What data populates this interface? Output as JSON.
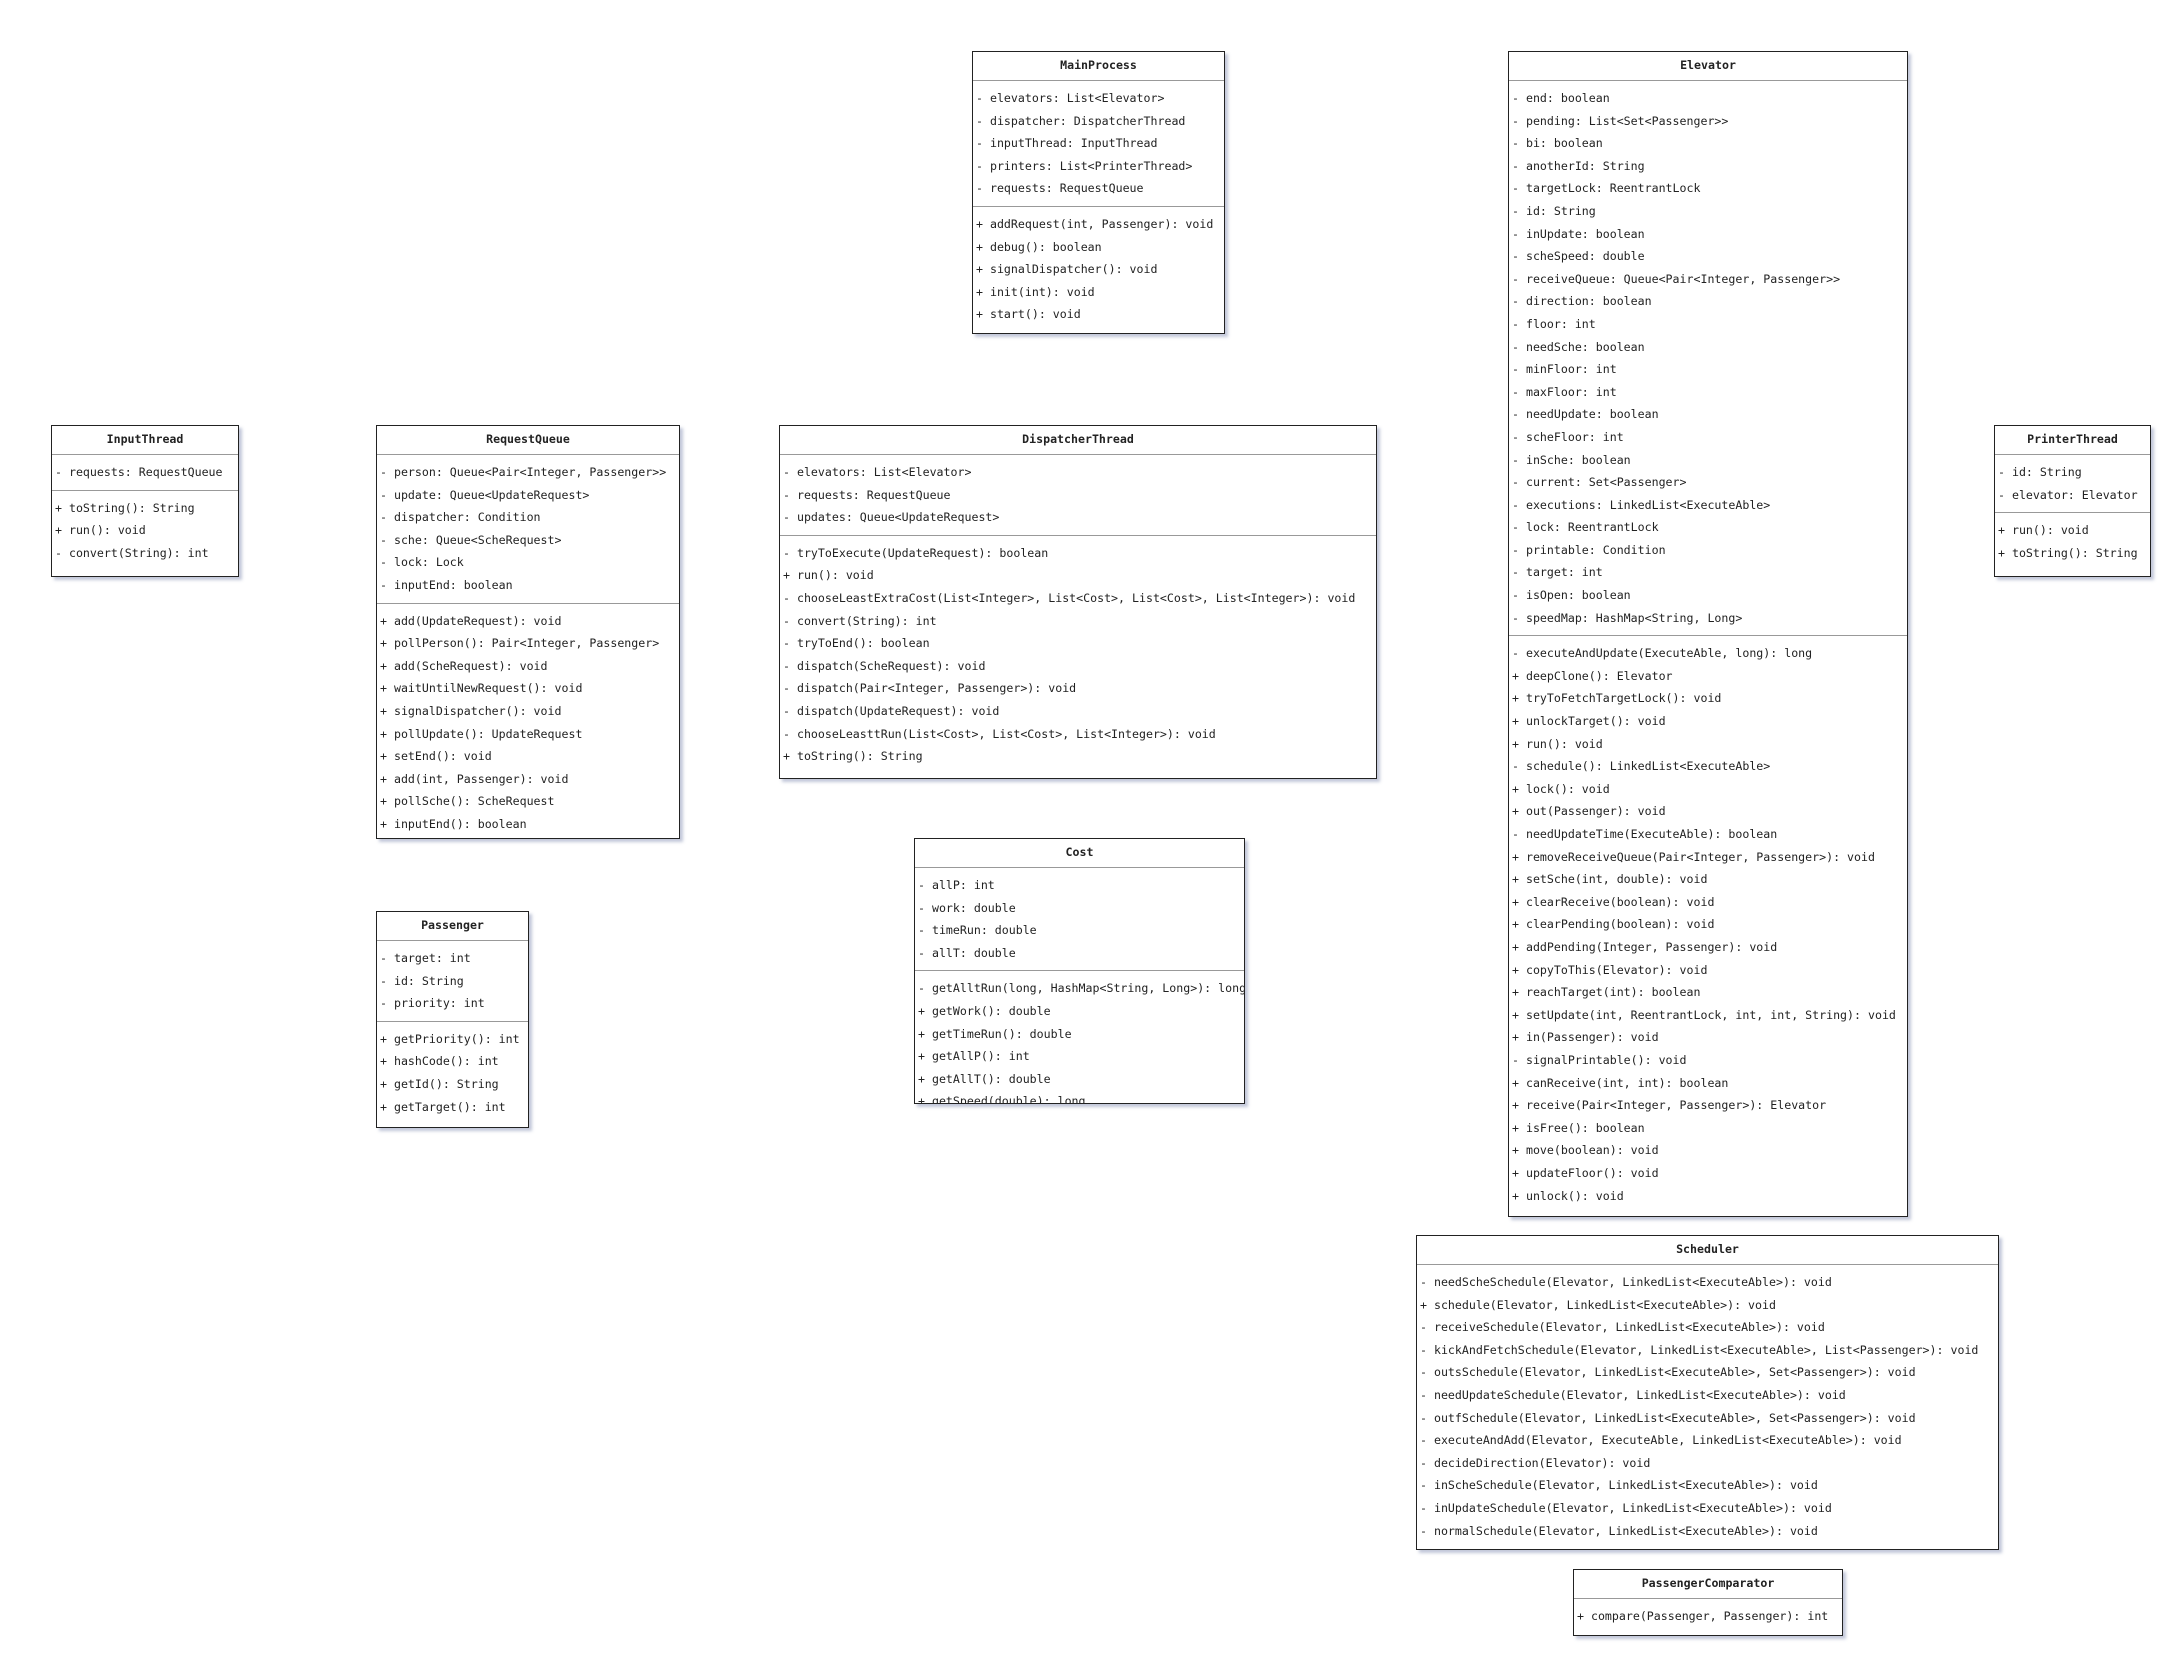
{
  "classes": [
    {
      "name": "MainProcess",
      "attributes": [
        "- elevators: List<Elevator>",
        "- dispatcher: DispatcherThread",
        "- inputThread: InputThread",
        "- printers: List<PrinterThread>",
        "- requests: RequestQueue"
      ],
      "methods": [
        "+ addRequest(int, Passenger): void",
        "+ debug(): boolean",
        "+ signalDispatcher(): void",
        "+ init(int): void",
        "+ start(): void"
      ]
    },
    {
      "name": "Elevator",
      "attributes": [
        "- end: boolean",
        "- pending: List<Set<Passenger>>",
        "- bi: boolean",
        "- anotherId: String",
        "- targetLock: ReentrantLock",
        "- id: String",
        "- inUpdate: boolean",
        "- scheSpeed: double",
        "- receiveQueue: Queue<Pair<Integer, Passenger>>",
        "- direction: boolean",
        "- floor: int",
        "- needSche: boolean",
        "- minFloor: int",
        "- maxFloor: int",
        "- needUpdate: boolean",
        "- scheFloor: int",
        "- inSche: boolean",
        "- current: Set<Passenger>",
        "- executions: LinkedList<ExecuteAble>",
        "- lock: ReentrantLock",
        "- printable: Condition",
        "- target: int",
        "- isOpen: boolean",
        "- speedMap: HashMap<String, Long>"
      ],
      "methods": [
        "- executeAndUpdate(ExecuteAble, long): long",
        "+ deepClone(): Elevator",
        "+ tryToFetchTargetLock(): void",
        "+ unlockTarget(): void",
        "+ run(): void",
        "- schedule(): LinkedList<ExecuteAble>",
        "+ lock(): void",
        "+ out(Passenger): void",
        "- needUpdateTime(ExecuteAble): boolean",
        "+ removeReceiveQueue(Pair<Integer, Passenger>): void",
        "+ setSche(int, double): void",
        "+ clearReceive(boolean): void",
        "+ clearPending(boolean): void",
        "+ addPending(Integer, Passenger): void",
        "+ copyToThis(Elevator): void",
        "+ reachTarget(int): boolean",
        "+ setUpdate(int, ReentrantLock, int, int, String): void",
        "+ in(Passenger): void",
        "- signalPrintable(): void",
        "+ canReceive(int, int): boolean",
        "+ receive(Pair<Integer, Passenger>): Elevator",
        "+ isFree(): boolean",
        "+ move(boolean): void",
        "+ updateFloor(): void",
        "+ unlock(): void"
      ]
    },
    {
      "name": "InputThread",
      "attributes": [
        "- requests: RequestQueue"
      ],
      "methods": [
        "+ toString(): String",
        "+ run(): void",
        "- convert(String): int"
      ]
    },
    {
      "name": "RequestQueue",
      "attributes": [
        "- person: Queue<Pair<Integer, Passenger>>",
        "- update: Queue<UpdateRequest>",
        "- dispatcher: Condition",
        "- sche: Queue<ScheRequest>",
        "- lock: Lock",
        "- inputEnd: boolean"
      ],
      "methods": [
        "+ add(UpdateRequest): void",
        "+ pollPerson(): Pair<Integer, Passenger>",
        "+ add(ScheRequest): void",
        "+ waitUntilNewRequest(): void",
        "+ signalDispatcher(): void",
        "+ pollUpdate(): UpdateRequest",
        "+ setEnd(): void",
        "+ add(int, Passenger): void",
        "+ pollSche(): ScheRequest",
        "+ inputEnd(): boolean"
      ]
    },
    {
      "name": "DispatcherThread",
      "attributes": [
        "- elevators: List<Elevator>",
        "- requests: RequestQueue",
        "- updates: Queue<UpdateRequest>"
      ],
      "methods": [
        "- tryToExecute(UpdateRequest): boolean",
        "+ run(): void",
        "- chooseLeastExtraCost(List<Integer>, List<Cost>, List<Cost>, List<Integer>): void",
        "- convert(String): int",
        "- tryToEnd(): boolean",
        "- dispatch(ScheRequest): void",
        "- dispatch(Pair<Integer, Passenger>): void",
        "- dispatch(UpdateRequest): void",
        "- chooseLeasttRun(List<Cost>, List<Cost>, List<Integer>): void",
        "+ toString(): String"
      ]
    },
    {
      "name": "PrinterThread",
      "attributes": [
        "- id: String",
        "- elevator: Elevator"
      ],
      "methods": [
        "+ run(): void",
        "+ toString(): String"
      ]
    },
    {
      "name": "Passenger",
      "attributes": [
        "- target: int",
        "- id: String",
        "- priority: int"
      ],
      "methods": [
        "+ getPriority(): int",
        "+ hashCode(): int",
        "+ getId(): String",
        "+ getTarget(): int"
      ]
    },
    {
      "name": "Cost",
      "attributes": [
        "- allP: int",
        "- work: double",
        "- timeRun: double",
        "- allT: double"
      ],
      "methods": [
        "- getAlltRun(long, HashMap<String, Long>): long",
        "+ getWork(): double",
        "+ getTimeRun(): double",
        "+ getAllP(): int",
        "+ getAllT(): double",
        "+ getSpeed(double): long"
      ]
    },
    {
      "name": "Scheduler",
      "attributes": [],
      "methods": [
        "- needScheSchedule(Elevator, LinkedList<ExecuteAble>): void",
        "+ schedule(Elevator, LinkedList<ExecuteAble>): void",
        "- receiveSchedule(Elevator, LinkedList<ExecuteAble>): void",
        "- kickAndFetchSchedule(Elevator, LinkedList<ExecuteAble>, List<Passenger>): void",
        "- outsSchedule(Elevator, LinkedList<ExecuteAble>, Set<Passenger>): void",
        "- needUpdateSchedule(Elevator, LinkedList<ExecuteAble>): void",
        "- outfSchedule(Elevator, LinkedList<ExecuteAble>, Set<Passenger>): void",
        "- executeAndAdd(Elevator, ExecuteAble, LinkedList<ExecuteAble>): void",
        "- decideDirection(Elevator): void",
        "- inScheSchedule(Elevator, LinkedList<ExecuteAble>): void",
        "- inUpdateSchedule(Elevator, LinkedList<ExecuteAble>): void",
        "- normalSchedule(Elevator, LinkedList<ExecuteAble>): void"
      ]
    },
    {
      "name": "PassengerComparator",
      "attributes": [],
      "methods": [
        "+ compare(Passenger, Passenger): int"
      ]
    }
  ]
}
